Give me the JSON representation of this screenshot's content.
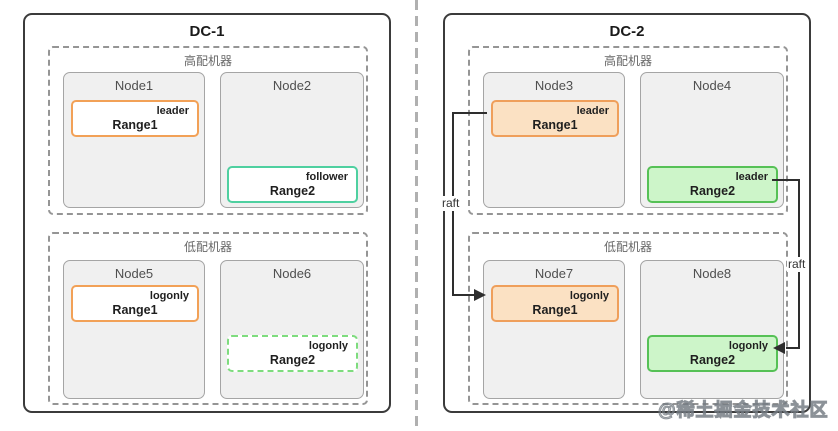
{
  "watermark": "@稀土掘金技术社区",
  "connections": [
    {
      "label": "raft",
      "from": "Range1@Node3",
      "to": "Range1@Node7"
    },
    {
      "label": "raft",
      "from": "Range2@Node4",
      "to": "Range2@Node8"
    }
  ],
  "colors": {
    "orange_border": "#F2A157",
    "orange_fill": "#FBE1C3",
    "green_border": "#56C156",
    "green_fill": "#CDF5C9",
    "mint_border": "#4FD0A0",
    "green_dashed_border": "#7EDC7E",
    "node_fill": "#F0F0F0",
    "connector_line": "#2E2E2E"
  },
  "dcs": [
    {
      "title": "DC-1",
      "groups": [
        {
          "label": "高配机器",
          "nodes": [
            {
              "name": "Node1",
              "ranges": [
                {
                  "name": "Range1",
                  "role": "leader",
                  "variant": "orange-outline",
                  "position": "top"
                }
              ]
            },
            {
              "name": "Node2",
              "ranges": [
                {
                  "name": "Range2",
                  "role": "follower",
                  "variant": "mint-outline",
                  "position": "bottom"
                }
              ]
            }
          ]
        },
        {
          "label": "低配机器",
          "nodes": [
            {
              "name": "Node5",
              "ranges": [
                {
                  "name": "Range1",
                  "role": "logonly",
                  "variant": "orange-outline",
                  "position": "top"
                }
              ]
            },
            {
              "name": "Node6",
              "ranges": [
                {
                  "name": "Range2",
                  "role": "logonly",
                  "variant": "green-dashed",
                  "position": "bottom"
                }
              ]
            }
          ]
        }
      ]
    },
    {
      "title": "DC-2",
      "groups": [
        {
          "label": "高配机器",
          "nodes": [
            {
              "name": "Node3",
              "ranges": [
                {
                  "name": "Range1",
                  "role": "leader",
                  "variant": "orange-fill",
                  "position": "top"
                }
              ]
            },
            {
              "name": "Node4",
              "ranges": [
                {
                  "name": "Range2",
                  "role": "leader",
                  "variant": "green-fill",
                  "position": "bottom"
                }
              ]
            }
          ]
        },
        {
          "label": "低配机器",
          "nodes": [
            {
              "name": "Node7",
              "ranges": [
                {
                  "name": "Range1",
                  "role": "logonly",
                  "variant": "orange-fill",
                  "position": "top"
                }
              ]
            },
            {
              "name": "Node8",
              "ranges": [
                {
                  "name": "Range2",
                  "role": "logonly",
                  "variant": "green-fill",
                  "position": "bottom"
                }
              ]
            }
          ]
        }
      ]
    }
  ]
}
